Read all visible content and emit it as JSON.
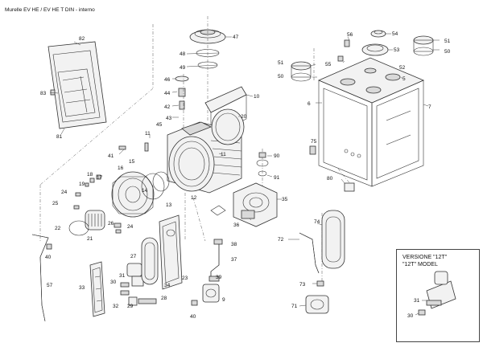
{
  "title": "Murelle EV HE / EV HE T DIN - interno",
  "inset": {
    "line1": "VERSIONE \"12T\"",
    "line2": "\"12T\" MODEL"
  },
  "labels": [
    "82",
    "83",
    "81",
    "47",
    "48",
    "49",
    "46",
    "44",
    "42",
    "43",
    "45",
    "10",
    "20",
    "11",
    "11",
    "41",
    "15",
    "16",
    "17",
    "18",
    "19",
    "24",
    "25",
    "22",
    "21",
    "14",
    "13",
    "12",
    "26",
    "24",
    "90",
    "91",
    "35",
    "36",
    "27",
    "31",
    "30",
    "32",
    "29",
    "34",
    "33",
    "28",
    "23",
    "38",
    "37",
    "39",
    "9",
    "40",
    "40",
    "57",
    "56",
    "54",
    "55",
    "53",
    "51",
    "50",
    "52",
    "5",
    "6",
    "7",
    "51",
    "50",
    "75",
    "80",
    "74",
    "72",
    "73",
    "71",
    "31",
    "30"
  ]
}
